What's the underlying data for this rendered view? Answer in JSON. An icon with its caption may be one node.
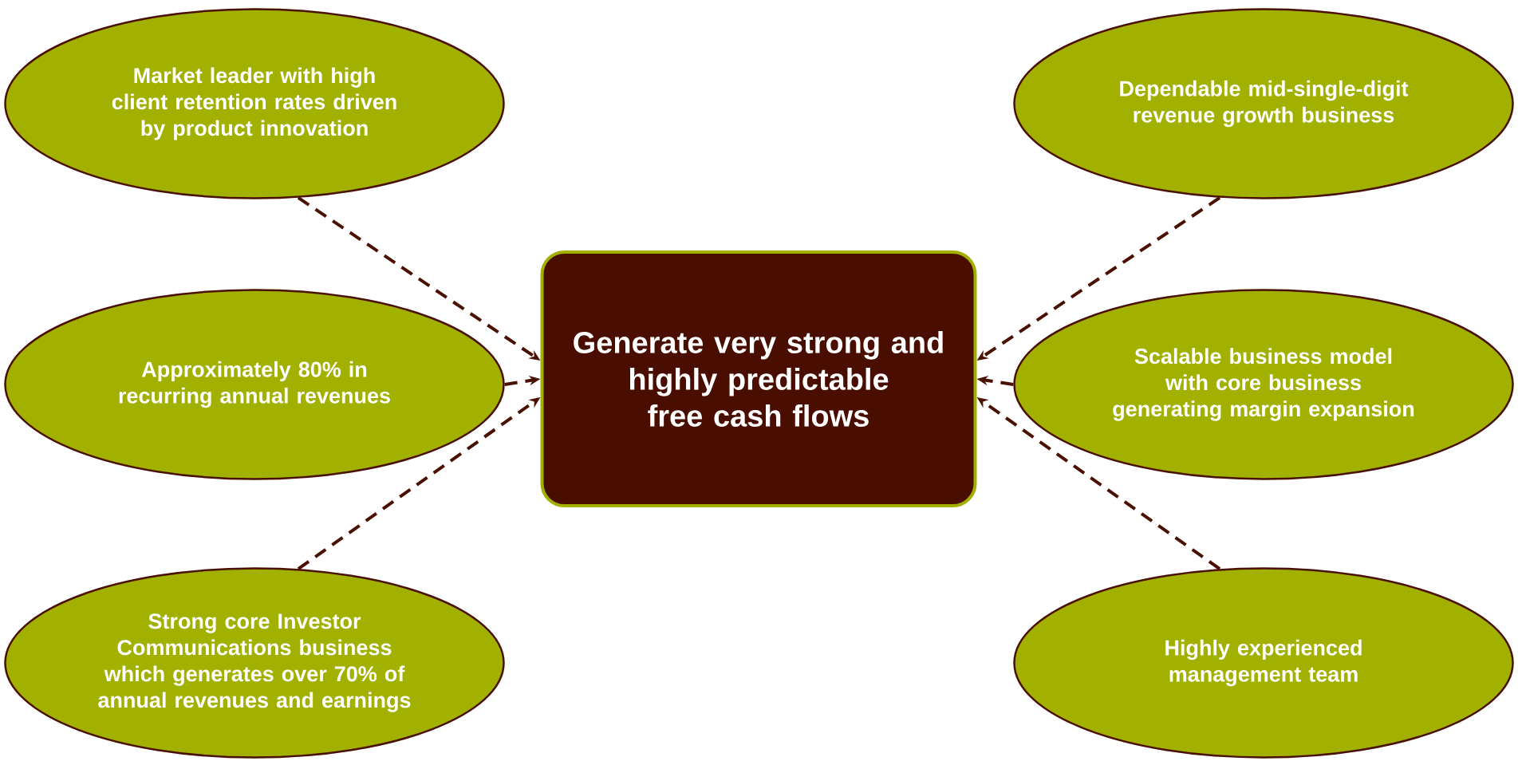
{
  "diagram": {
    "nodes": [
      {
        "text": [
          "Market leader with high client retention rates driven by product innovation"
        ]
      },
      {
        "text": [
          "Approximately 80% in recurring annual revenues"
        ]
      },
      {
        "text": [
          "Strong core Investor Communications business which generates over 70% of annual revenues and earnings"
        ]
      },
      {
        "text": [
          "Dependable mid-single-digit revenue growth business"
        ]
      },
      {
        "text": [
          "Scalable business model with core business generating margin expansion"
        ]
      },
      {
        "text": [
          "Highly experienced management team"
        ]
      },
      {
        "text": [
          "Generate very strong and highly predictable free cash flows"
        ]
      }
    ],
    "edges": [
      {
        "from": 0,
        "to": 6,
        "arrow": "to",
        "style": "dashed"
      },
      {
        "from": 1,
        "to": 6,
        "arrow": "to",
        "style": "dashed"
      },
      {
        "from": 2,
        "to": 6,
        "arrow": "to",
        "style": "dashed"
      },
      {
        "from": 3,
        "to": 6,
        "arrow": "to",
        "style": "dashed"
      },
      {
        "from": 4,
        "to": 6,
        "arrow": "to",
        "style": "dashed"
      },
      {
        "from": 5,
        "to": 6,
        "arrow": "to",
        "style": "dashed"
      }
    ]
  }
}
